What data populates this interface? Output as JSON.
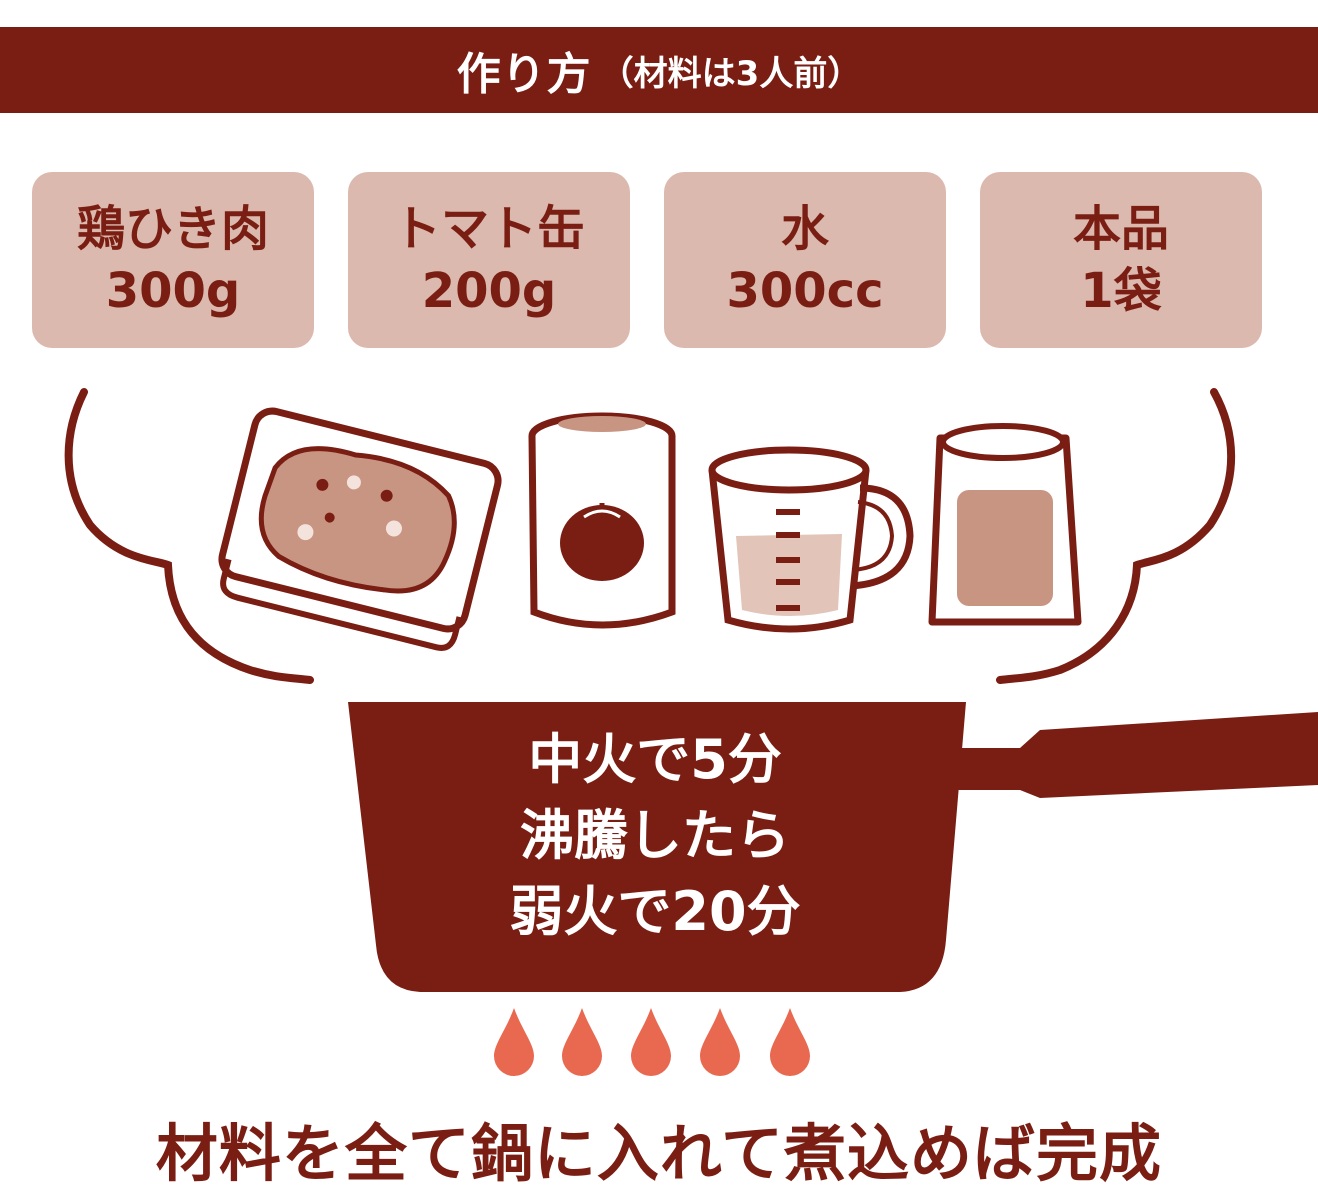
{
  "header": {
    "title": "作り方",
    "subtitle": "（材料は3人前）",
    "background_color": "#7a1e14"
  },
  "ingredients": [
    {
      "name": "鶏ひき肉",
      "quantity": "300g",
      "icon": "ground-chicken-tray-icon"
    },
    {
      "name": "トマト缶",
      "quantity": "200g",
      "icon": "tomato-can-icon"
    },
    {
      "name": "水",
      "quantity": "300cc",
      "icon": "measuring-cup-icon"
    },
    {
      "name": "本品",
      "quantity": "1袋",
      "icon": "product-pouch-icon"
    }
  ],
  "pot": {
    "lines": [
      "中火で5分",
      "沸騰したら",
      "弱火で20分"
    ],
    "color": "#7a1e14"
  },
  "flames": {
    "count": 5,
    "color": "#e8694f"
  },
  "footer": {
    "text": "材料を全て鍋に入れて煮込めば完成"
  },
  "colors": {
    "primary": "#7a1e14",
    "card_bg": "#dcb9ae",
    "fill_light": "#e2c4b9",
    "fill_mid": "#c99583"
  }
}
